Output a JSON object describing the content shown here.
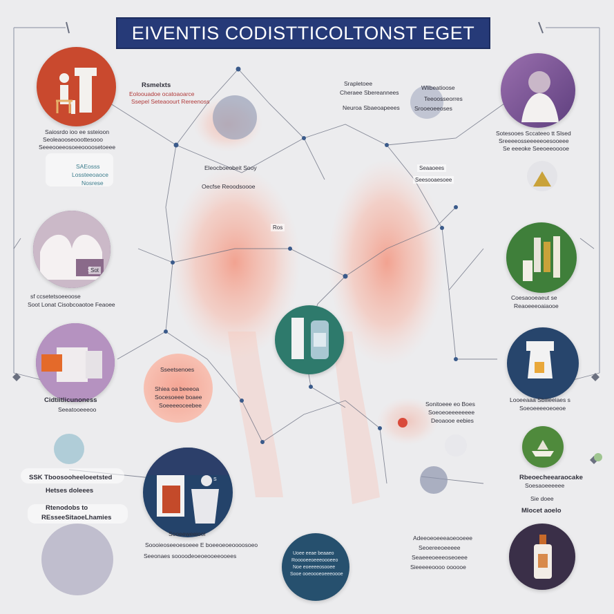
{
  "title": "EIVENTIS CODISTTICOLTONST EGET",
  "labels": {
    "top_left_a": "Rsmelxts",
    "top_left_b": "Eoloouadoe ocatoaoarce",
    "top_left_c": "Ssepel Seteaoourt Rereenoss",
    "top_mid_a": "Srapletoee",
    "top_mid_b": "Cheraee Sbereannees",
    "top_mid_c": "Neuroa Sbaeoapeees",
    "top_right_a": "Wlibeatioose",
    "top_right_b": "Teeoosseorres",
    "top_right_c": "Srooeoeeoses",
    "left1_a": "Saiosrdo ioo ee ssteioon",
    "left1_b": "Seoleaooseooottesooo",
    "left1_c": "Seeeooeeosoeeoooosetoeee",
    "left_box_a": "SAEosss",
    "left_box_b": "Lossteeoaoce",
    "left_box_c": "Nosrese",
    "center_a": "Eleocboeobeit Sooy",
    "center_b": "Oecfse  Reoodsoooe",
    "left2_a": "sf ccsetetsoeeoose",
    "left2_b": "Soot Lonat Cisobcoaotoe Feaoee",
    "left3_a": "Cidtiitlicunoness",
    "left3_b": "Seeatooeeeoo",
    "pink_a": "Sseetsenoes",
    "pink_b": "Shiea oa beeeoa",
    "pink_c": "Socesoeee boaee",
    "pink_d": "Soeeeeoceebee",
    "left4_a": "SSK Tboosooheeloeetsted",
    "left4_b": "Hetses doleees",
    "left5_a": "Rtenodobs to",
    "left5_b": "REsseeSitaoeLhamies",
    "bottom_mid_a": "Sooeeweeiooi",
    "bottom_mid_b": "Soooieoseeoesoeee E boeeoeoeoooosoeo",
    "bottom_mid_c": "Seeonaes soooodeoeoeooeeooees",
    "bottom_center_a": "Uoee eeae beaaeo",
    "bottom_center_b": "Rooooeeoeeeoooeeo",
    "bottom_center_c": "Noe eoeeeeosooee",
    "bottom_center_d": "Sooe ooeoooeoeeeoooe",
    "right1_a": "Sotesooes  Sccateeo tt Slsed",
    "right1_b": "Sreeeeosseeeeeoesooeee",
    "right1_c": "Se eeeoke  Seeoeeooooe",
    "right_top_tag": "Seaaoees",
    "right_top_tag2": "Seesooaesoee",
    "right2_a": "Coesaooeaeut  se",
    "right2_b": "Reaoeeeoaiaooe",
    "right3_a": "Looeeaaa  Sbiileeiaes  s",
    "right3_b": "Soeoeeeeoeoeoe",
    "right_mid_a": "Sonitoeee eo  Boes",
    "right_mid_b": "Soeoeoeeeeeeee",
    "right_mid_c": "Deoaooe eebies",
    "right4_a": "Rbeoecheearaocake",
    "right4_b": "Soesaoeeeeee",
    "right5_a": "Sie doee",
    "right5_b": "Mlocet aoelo",
    "bottom_right_a": "Adeeoeoeeeaoeooeee",
    "bottom_right_b": "Seoereeoeeeee",
    "bottom_right_c": "Seaeeeoeeeoseoeee",
    "bottom_right_d": "Sieeeeeoooo oooooe",
    "left_tag": "Sot",
    "center_tag": "Ros"
  },
  "icons": {
    "c1": "person-on-chair-icon",
    "c2": "woman-figure-icon",
    "c3": "sofa-icon",
    "c4": "bottles-icon",
    "c5": "device-icon",
    "c6": "bottle-pair-icon",
    "c7": "glass-icon",
    "c8": "ship-icon",
    "c9": "cup-icon",
    "c10": "lotion-bottle-icon"
  },
  "colors": {
    "title_bg": "#263a78",
    "accent_red": "#c84a32",
    "accent_purple": "#7a5a9e",
    "accent_teal": "#2e7a6c",
    "accent_green": "#3f7f3a",
    "accent_navy": "#27456c",
    "body_pink": "#f5b3a3"
  }
}
